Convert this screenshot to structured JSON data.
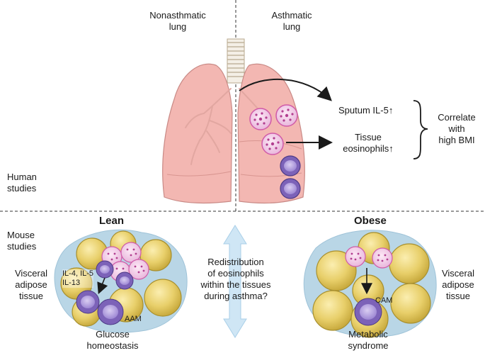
{
  "headers": {
    "nonasthmatic_line1": "Nonasthmatic",
    "nonasthmatic_line2": "lung",
    "asthmatic_line1": "Asthmatic",
    "asthmatic_line2": "lung"
  },
  "human": {
    "sputum": "Sputum IL-5",
    "tissue_line1": "Tissue",
    "tissue_line2": "eosinophils",
    "up_arrow": "↑",
    "correlate_line1": "Correlate",
    "correlate_line2": "with",
    "correlate_line3": "high BMI",
    "section_line1": "Human",
    "section_line2": "studies"
  },
  "mouse": {
    "section_line1": "Mouse",
    "section_line2": "studies",
    "lean_title": "Lean",
    "obese_title": "Obese",
    "visceral_left_line1": "Visceral",
    "visceral_left_line2": "adipose",
    "visceral_left_line3": "tissue",
    "visceral_right_line1": "Visceral",
    "visceral_right_line2": "adipose",
    "visceral_right_line3": "tissue",
    "cytokines_line1": "IL-4, IL-5",
    "cytokines_line2": "IL-13",
    "aam": "AAM",
    "cam": "CAM",
    "glucose_line1": "Glucose",
    "glucose_line2": "homeostasis",
    "metabolic_line1": "Metabolic",
    "metabolic_line2": "syndrome",
    "question_line1": "Redistribution",
    "question_line2": "of eosinophils",
    "question_line3": "within the tissues",
    "question_line4": "during asthma?"
  },
  "colors": {
    "lung_fill": "#f3b7b2",
    "lung_stroke": "#c98a86",
    "fat_fill": "#e8cf6a",
    "fat_stroke": "#a8902f",
    "tissue_halo": "#b9d6e6",
    "eosinophil": "#d05aa8",
    "macrophage": "#7c62b8",
    "double_arrow": "#cfe6f5"
  }
}
